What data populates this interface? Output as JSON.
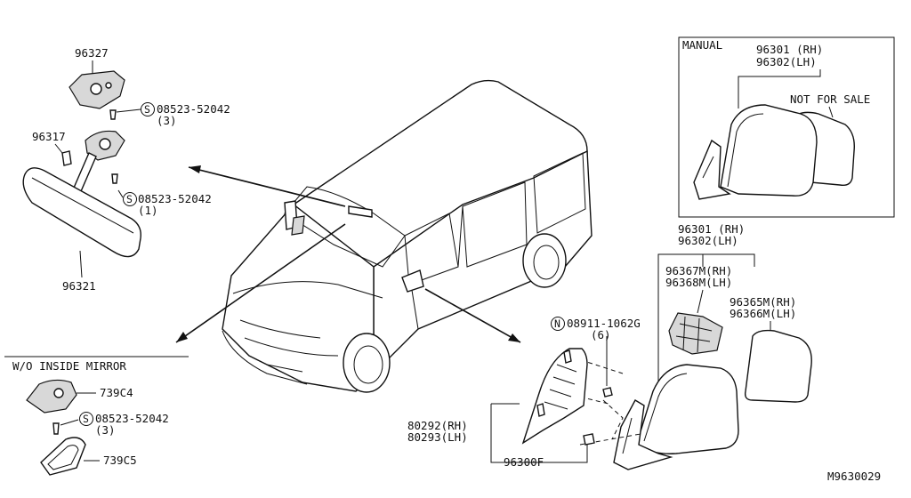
{
  "labels": {
    "p96327": "96327",
    "p96317": "96317",
    "p96321": "96321",
    "screw_top": "08523-52042",
    "screw_top_qty": "(3)",
    "screw_mid": "08523-52042",
    "screw_mid_qty": "(1)",
    "wo_title": "W/O INSIDE MIRROR",
    "p739c4": "739C4",
    "screw_bot": "08523-52042",
    "screw_bot_qty": "(3)",
    "p739c5": "739C5",
    "manual_title": "MANUAL",
    "manual_rh": "96301 (RH)",
    "manual_lh": "96302(LH)",
    "not_for_sale": "NOT FOR SALE",
    "ext_rh": "96301 (RH)",
    "ext_lh": "96302(LH)",
    "p96367": "96367M(RH)",
    "p96368": "96368M(LH)",
    "p96365": "96365M(RH)",
    "p96366": "96366M(LH)",
    "nut": "08911-1062G",
    "nut_qty": "(6)",
    "p80292": "80292(RH)",
    "p80293": "80293(LH)",
    "p96300f": "96300F",
    "diagram_code": "M9630029",
    "s_symbol": "S",
    "n_symbol": "N"
  }
}
